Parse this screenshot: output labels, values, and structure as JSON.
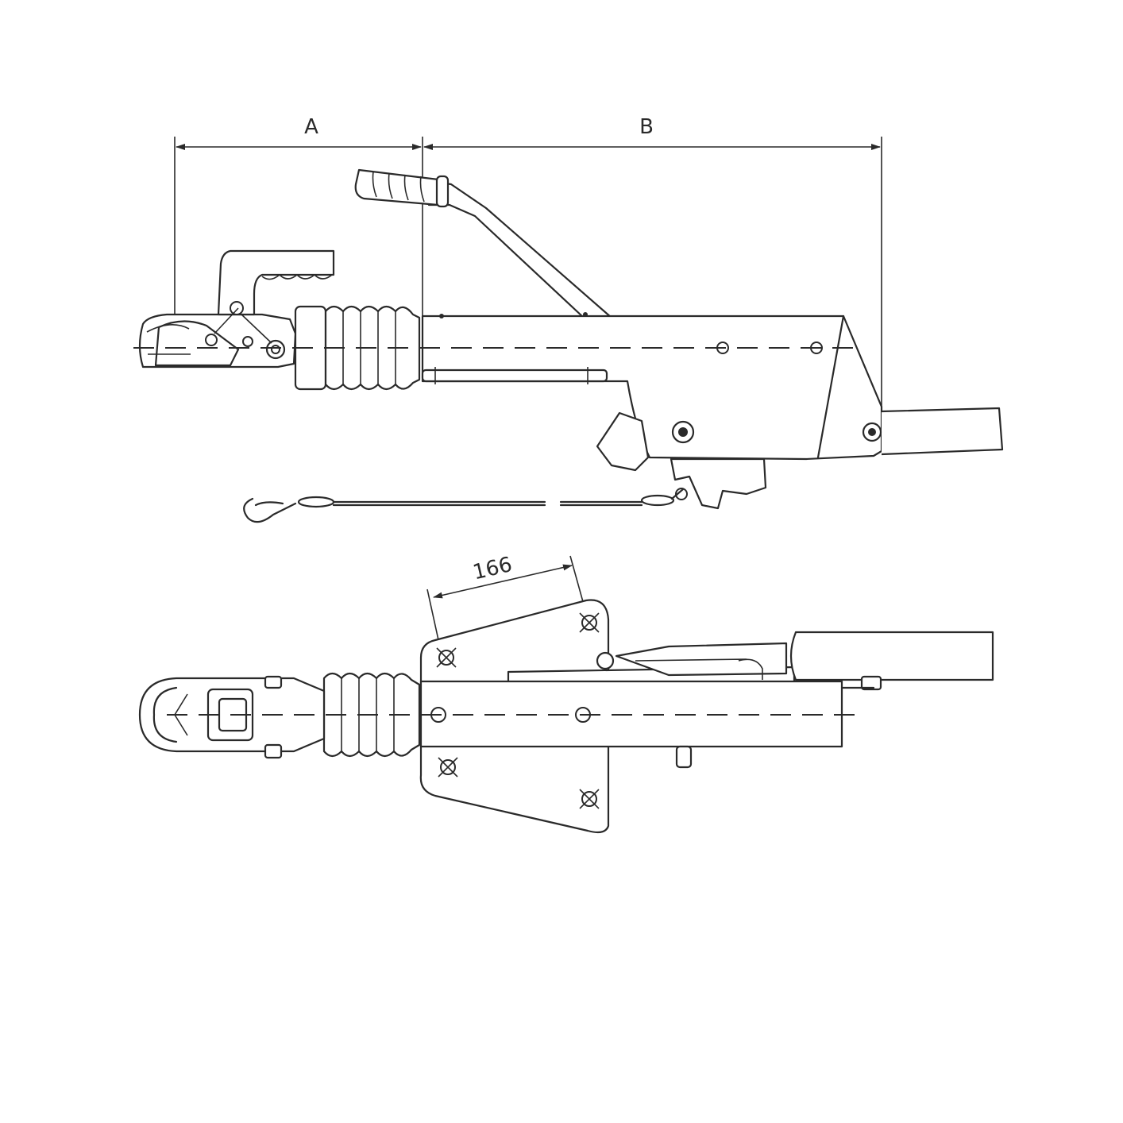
{
  "labels": {
    "dim_a": "A",
    "dim_b": "B",
    "dim_166": "166"
  }
}
